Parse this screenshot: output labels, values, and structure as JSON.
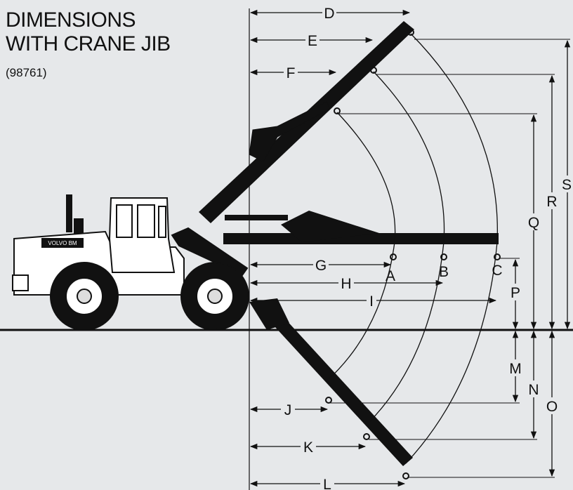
{
  "heading": {
    "line1": "DIMENSIONS",
    "line2": "WITH CRANE JIB",
    "code": "(98761)"
  },
  "loader_badge": "VOLVO BM",
  "labels": {
    "A": "A",
    "B": "B",
    "C": "C",
    "D": "D",
    "E": "E",
    "F": "F",
    "G": "G",
    "H": "H",
    "I": "I",
    "J": "J",
    "K": "K",
    "L": "L",
    "M": "M",
    "N": "N",
    "O": "O",
    "P": "P",
    "Q": "Q",
    "R": "R",
    "S": "S"
  }
}
